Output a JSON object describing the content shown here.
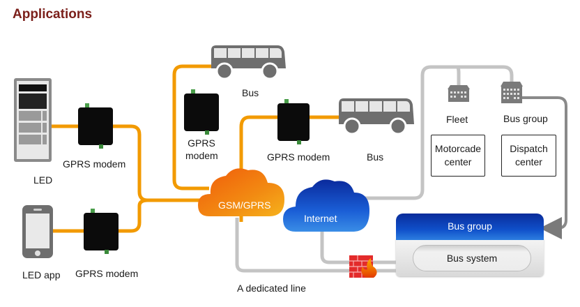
{
  "title": "Applications",
  "colors": {
    "title": "#7b1f1a",
    "cellular_link": "#f29a00",
    "wired_link": "#bdbdbd",
    "device_gray": "#6f6f6f",
    "modem_black": "#0b0b0b",
    "gsm_cloud": "#f07a10",
    "internet_cloud": "#1d5fd0",
    "firewall_red": "#e32b2b"
  },
  "nodes": {
    "led": {
      "label": "LED",
      "icon": "led-display-icon"
    },
    "led_app": {
      "label": "LED app",
      "icon": "smartphone-icon"
    },
    "modem_led": {
      "label": "GPRS modem",
      "icon": "gprs-modem-icon"
    },
    "modem_app": {
      "label": "GPRS modem",
      "icon": "gprs-modem-icon"
    },
    "modem_bus_top": {
      "label_line1": "GPRS",
      "label_line2": "modem",
      "icon": "gprs-modem-icon"
    },
    "modem_bus_mid": {
      "label": "GPRS modem",
      "icon": "gprs-modem-icon"
    },
    "bus_top": {
      "label": "Bus",
      "icon": "bus-icon"
    },
    "bus_mid": {
      "label": "Bus",
      "icon": "bus-icon"
    },
    "gsm_cloud": {
      "label": "GSM/GPRS",
      "icon": "cloud-icon"
    },
    "internet_cloud": {
      "label": "Internet",
      "icon": "cloud-icon"
    },
    "firewall": {
      "icon": "firewall-icon"
    },
    "dedicated_line": {
      "label": "A dedicated line"
    },
    "fleet": {
      "label": "Fleet",
      "icon": "building-icon"
    },
    "bus_group_building": {
      "label": "Bus group",
      "icon": "building-icon"
    },
    "motorcade_center": {
      "line1": "Motorcade",
      "line2": "center"
    },
    "dispatch_center": {
      "line1": "Dispatch",
      "line2": "center"
    },
    "bus_system": {
      "header": "Bus group",
      "label": "Bus system"
    }
  }
}
